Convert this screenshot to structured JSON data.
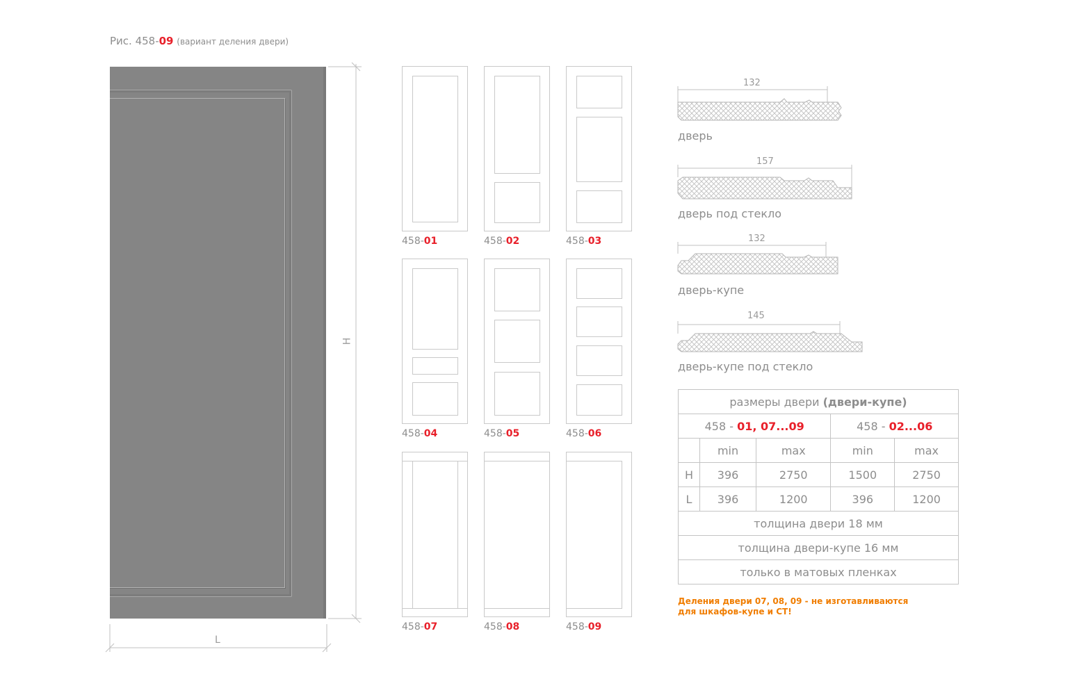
{
  "figure": {
    "prefix": "Рис. 458-",
    "number": "09",
    "subtitle": "(вариант деления двери)"
  },
  "dimensions": {
    "height": "H",
    "length": "L"
  },
  "variants": [
    {
      "prefix": "458-",
      "code": "01"
    },
    {
      "prefix": "458-",
      "code": "02"
    },
    {
      "prefix": "458-",
      "code": "03"
    },
    {
      "prefix": "458-",
      "code": "04"
    },
    {
      "prefix": "458-",
      "code": "05"
    },
    {
      "prefix": "458-",
      "code": "06"
    },
    {
      "prefix": "458-",
      "code": "07"
    },
    {
      "prefix": "458-",
      "code": "08"
    },
    {
      "prefix": "458-",
      "code": "09"
    }
  ],
  "profiles": [
    {
      "width": "132",
      "label": "дверь"
    },
    {
      "width": "157",
      "label": "дверь под стекло"
    },
    {
      "width": "132",
      "label": "дверь-купе"
    },
    {
      "width": "145",
      "label": "дверь-купе под стекло"
    }
  ],
  "table": {
    "title_plain": "размеры двери ",
    "title_bold": "(двери-купе)",
    "group1_prefix": "458 - ",
    "group1_codes": "01, 07...09",
    "group2_prefix": "458 - ",
    "group2_codes": "02...06",
    "min": "min",
    "max": "max",
    "rows": [
      {
        "label": "H",
        "g1min": "396",
        "g1max": "2750",
        "g2min": "1500",
        "g2max": "2750"
      },
      {
        "label": "L",
        "g1min": "396",
        "g1max": "1200",
        "g2min": "396",
        "g2max": "1200"
      }
    ],
    "notes": [
      "толщина двери 18 мм",
      "толщина двери-купе 16 мм",
      "только в матовых пленках"
    ]
  },
  "warning": "Деления двери 07, 08, 09 - не изготавливаются для шкафов-купе и СТ!"
}
